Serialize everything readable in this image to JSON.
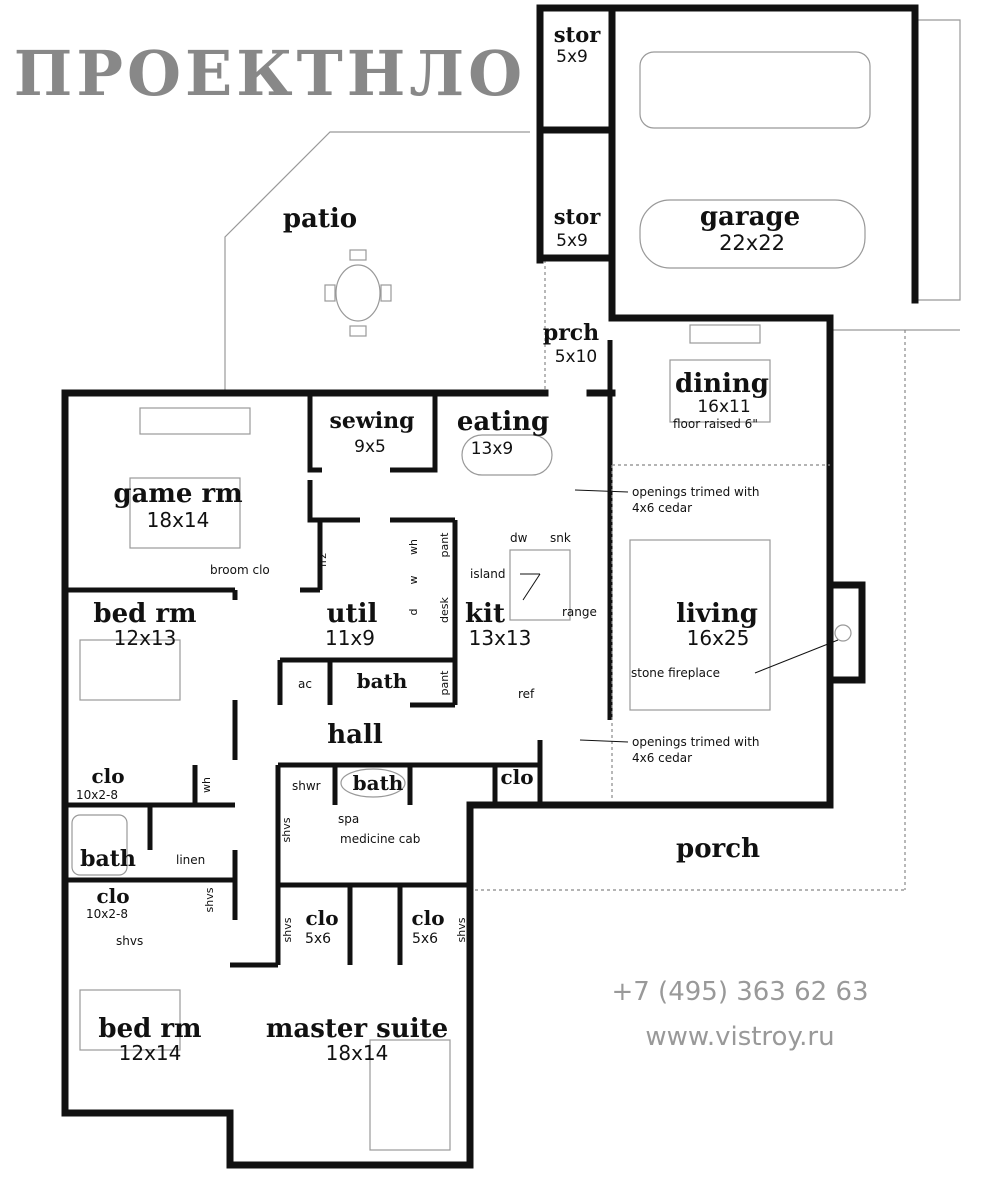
{
  "rooms": {
    "patio": {
      "name": "patio"
    },
    "stor1": {
      "name": "stor",
      "size": "5x9"
    },
    "stor2": {
      "name": "stor",
      "size": "5x9"
    },
    "garage": {
      "name": "garage",
      "size": "22x22"
    },
    "prch": {
      "name": "prch",
      "size": "5x10"
    },
    "dining": {
      "name": "dining",
      "size": "16x11",
      "note": "floor raised 6\""
    },
    "sewing": {
      "name": "sewing",
      "size": "9x5"
    },
    "eating": {
      "name": "eating",
      "size": "13x9"
    },
    "game": {
      "name": "game rm",
      "size": "18x14"
    },
    "util": {
      "name": "util",
      "size": "11x9"
    },
    "kit": {
      "name": "kit",
      "size": "13x13"
    },
    "living": {
      "name": "living",
      "size": "16x25"
    },
    "bed1": {
      "name": "bed rm",
      "size": "12x13"
    },
    "bath1": {
      "name": "bath"
    },
    "hall": {
      "name": "hall"
    },
    "clo1": {
      "name": "clo",
      "size": "10x2-8"
    },
    "bath2": {
      "name": "bath"
    },
    "clo2": {
      "name": "clo",
      "size": "10x2-8"
    },
    "master_bath": {
      "name": "bath"
    },
    "clo_hall": {
      "name": "clo"
    },
    "porch": {
      "name": "porch"
    },
    "clo3": {
      "name": "clo",
      "size": "5x6"
    },
    "clo4": {
      "name": "clo",
      "size": "5x6"
    },
    "bed2": {
      "name": "bed rm",
      "size": "12x14"
    },
    "master": {
      "name": "master suite",
      "size": "18x14"
    }
  },
  "labels": {
    "broom": "broom clo",
    "frz": "frz",
    "wh": "wh",
    "w": "w",
    "d": "d",
    "pant1": "pant",
    "pant2": "pant",
    "desk": "desk",
    "dw": "dw",
    "snk": "snk",
    "island": "island",
    "range": "range",
    "ref": "ref",
    "ac": "ac",
    "openings1": "openings trimed with",
    "openings1b": "4x6 cedar",
    "openings2": "openings trimed with",
    "openings2b": "4x6 cedar",
    "fireplace": "stone fireplace",
    "shwr": "shwr",
    "spa": "spa",
    "medicine": "medicine cab",
    "linen": "linen",
    "shvs1": "shvs",
    "shvs2": "shvs",
    "shvs3": "shvs",
    "shvs4": "shvs",
    "shvs5": "shvs",
    "wh2": "wh"
  },
  "watermark": {
    "brand": "ПРОЕКТНЛО",
    "phone": "+7 (495) 363 62 63",
    "url": "www.vistroy.ru"
  }
}
